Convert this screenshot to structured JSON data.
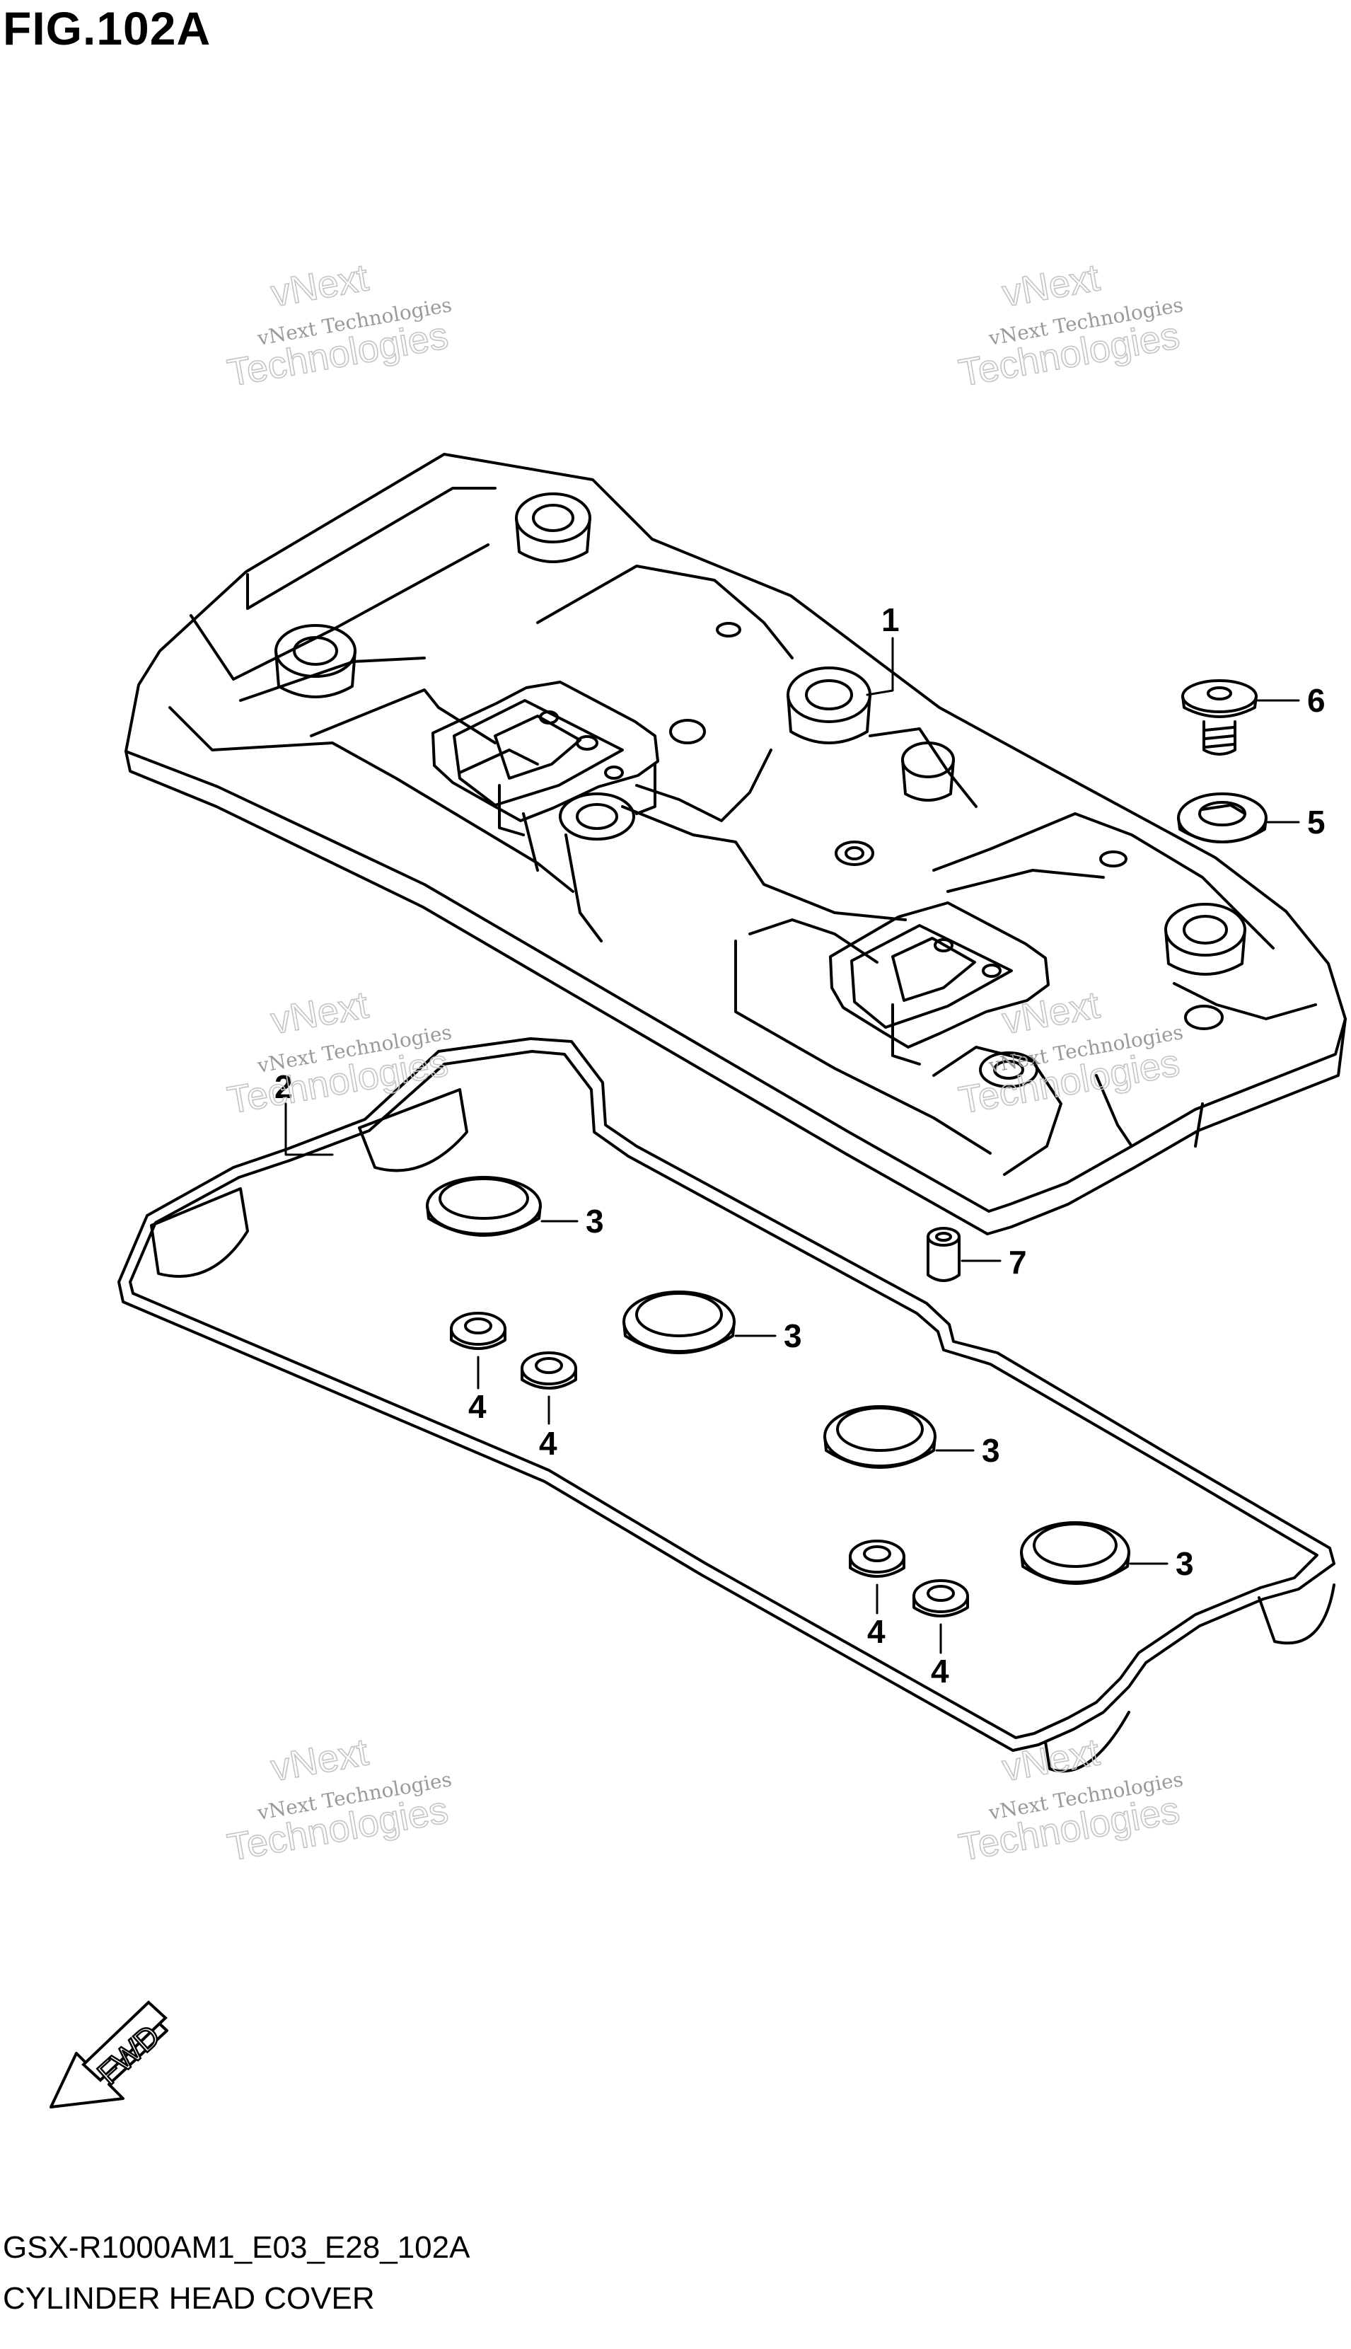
{
  "figure": {
    "title": "FIG.102A",
    "code": "GSX-R1000AM1_E03_E28_102A",
    "name": "CYLINDER HEAD COVER"
  },
  "callouts": [
    "1",
    "2",
    "3",
    "3",
    "3",
    "3",
    "4",
    "4",
    "4",
    "4",
    "5",
    "6",
    "7"
  ],
  "watermark": {
    "line1": "vNext Technologies",
    "line2": "vNext",
    "line3": "Technologies"
  },
  "fwd_label": "FWD"
}
